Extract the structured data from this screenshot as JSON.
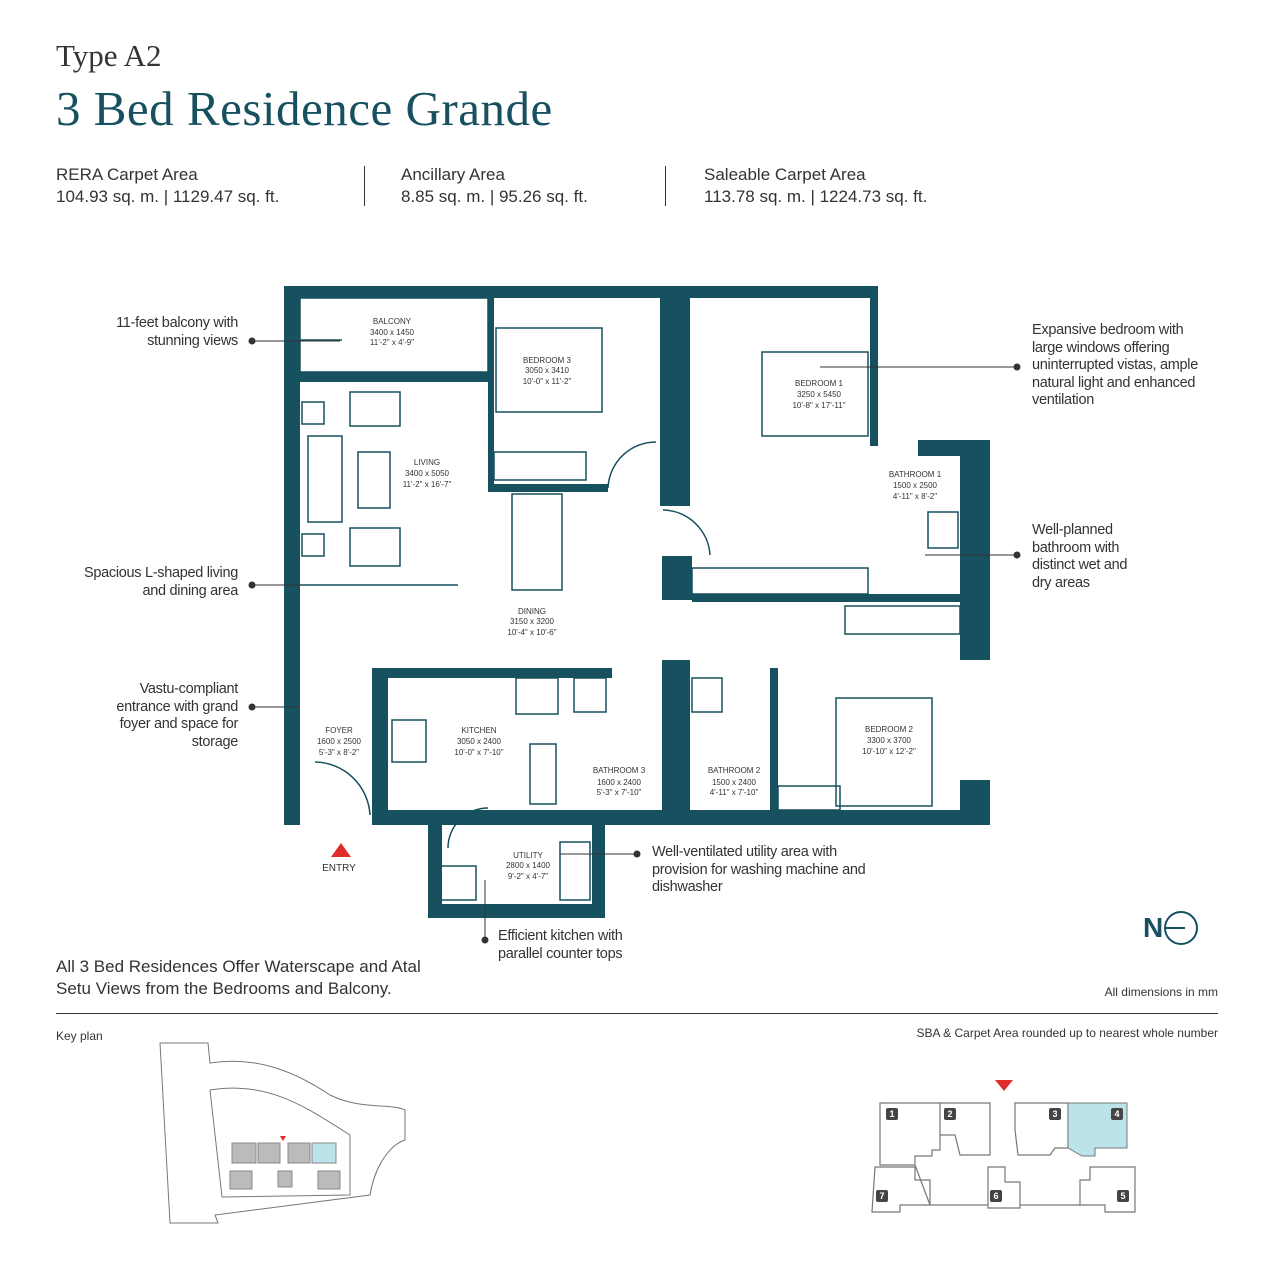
{
  "header": {
    "type": "Type A2",
    "title": "3 Bed Residence Grande"
  },
  "areas": [
    {
      "label": "RERA Carpet Area",
      "value": "104.93 sq. m. | 1129.47 sq. ft."
    },
    {
      "label": "Ancillary Area",
      "value": "8.85 sq. m. | 95.26 sq. ft."
    },
    {
      "label": "Saleable Carpet Area",
      "value": "113.78 sq. m. | 1224.73 sq. ft."
    }
  ],
  "rooms": {
    "balcony": {
      "name": "BALCONY",
      "mm": "3400 x 1450",
      "ft": "11'-2\" x 4'-9\""
    },
    "bedroom3": {
      "name": "BEDROOM 3",
      "mm": "3050 x 3410",
      "ft": "10'-0\" x 11'-2\""
    },
    "living": {
      "name": "LIVING",
      "mm": "3400 x 5050",
      "ft": "11'-2\" x 16'-7\""
    },
    "bedroom1": {
      "name": "BEDROOM 1",
      "mm": "3250 x 5450",
      "ft": "10'-8\" x 17'-11\""
    },
    "bathroom1": {
      "name": "BATHROOM 1",
      "mm": "1500 x 2500",
      "ft": "4'-11\" x 8'-2\""
    },
    "dining": {
      "name": "DINING",
      "mm": "3150 x 3200",
      "ft": "10'-4\" x 10'-6\""
    },
    "foyer": {
      "name": "FOYER",
      "mm": "1600 x 2500",
      "ft": "5'-3\" x 8'-2\""
    },
    "kitchen": {
      "name": "KITCHEN",
      "mm": "3050 x 2400",
      "ft": "10'-0\" x 7'-10\""
    },
    "bathroom3": {
      "name": "BATHROOM 3",
      "mm": "1600 x 2400",
      "ft": "5'-3\" x 7'-10\""
    },
    "bathroom2": {
      "name": "BATHROOM 2",
      "mm": "1500 x 2400",
      "ft": "4'-11\" x 7'-10\""
    },
    "bedroom2": {
      "name": "BEDROOM 2",
      "mm": "3300 x 3700",
      "ft": "10'-10\" x 12'-2\""
    },
    "utility": {
      "name": "UTILITY",
      "mm": "2800 x 1400",
      "ft": "9'-2\" x 4'-7\""
    }
  },
  "entry_label": "ENTRY",
  "callouts": {
    "balcony": "11-feet balcony with stunning views",
    "living": "Spacious L-shaped living and dining area",
    "foyer": "Vastu-compliant entrance with grand foyer and space for storage",
    "bedroom": "Expansive bedroom with large windows offering uninterrupted vistas, ample natural light and enhanced ventilation",
    "bathroom": "Well-planned bathroom with distinct wet and dry areas",
    "utility": "Well-ventilated utility area with provision for washing machine and dishwasher",
    "kitchen": "Efficient kitchen with parallel counter tops"
  },
  "footer": {
    "views": "All 3 Bed Residences Offer Waterscape and Atal Setu Views from the Bedrooms and Balcony.",
    "dimensions_note": "All dimensions in mm",
    "north": "N",
    "key_plan": "Key plan",
    "rounding_note": "SBA & Carpet Area rounded up to nearest whole number"
  },
  "key_units": [
    "1",
    "2",
    "3",
    "4",
    "5",
    "6",
    "7"
  ],
  "highlighted_unit": "4",
  "colors": {
    "wall": "#17505f",
    "highlight": "#bde3ea",
    "entry": "#e02b2b"
  }
}
